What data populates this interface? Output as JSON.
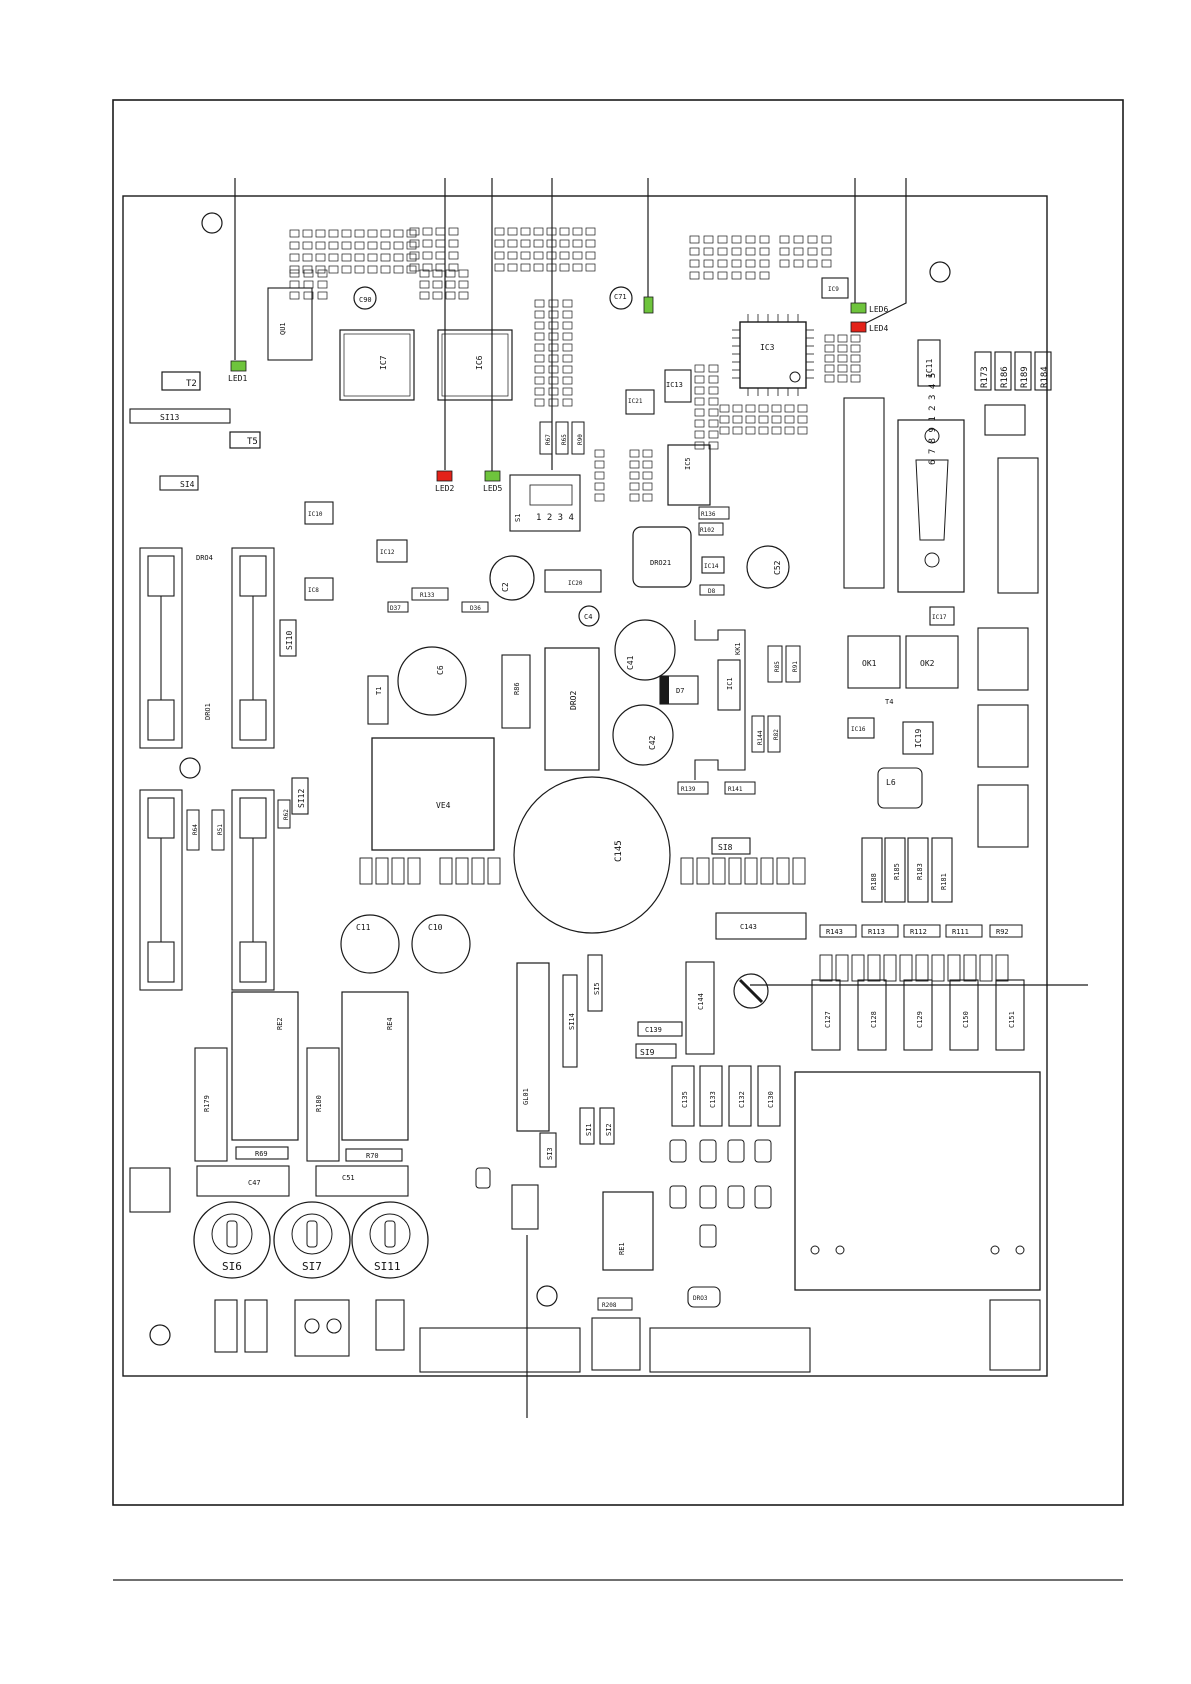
{
  "colors": {
    "led_green": "#6ec43c",
    "led_red": "#e32219",
    "line": "#1a1a1a"
  },
  "leds": [
    {
      "label": "LED1",
      "color": "green"
    },
    {
      "label": "LED2",
      "color": "red"
    },
    {
      "label": "LED5",
      "color": "green"
    },
    {
      "label": "LED6",
      "color": "green"
    },
    {
      "label": "LED4",
      "color": "red"
    }
  ],
  "labels": {
    "t2": "T2",
    "t5": "T5",
    "qu1": "QU1",
    "ic7": "IC7",
    "ic6": "IC6",
    "ic3": "IC3",
    "ic11": "IC11",
    "ic5": "IC5",
    "ic13": "IC13",
    "ic21": "IC21",
    "ic10": "IC10",
    "ic8": "IC8",
    "ic12": "IC12",
    "ic20": "IC20",
    "ic14": "IC14",
    "ic1": "IC1",
    "ic19": "IC19",
    "ic16": "IC16",
    "ic17": "IC17",
    "ic9": "IC9",
    "si13": "SI13",
    "si4": "SI4",
    "si10": "SI10",
    "si12": "SI12",
    "si8": "SI8",
    "si14": "SI14",
    "si9": "SI9",
    "si3": "SI3",
    "si1": "SI1",
    "si2": "SI2",
    "si5": "SI5",
    "si6": "SI6",
    "si7": "SI7",
    "si11": "SI11",
    "dro21": "DRO21",
    "dro2": "DRO2",
    "dro3": "DRO3",
    "dro4": "DRO4",
    "dro1": "DRO1",
    "c90": "C90",
    "c71": "C71",
    "c2": "C2",
    "c4": "C4",
    "c41": "C41",
    "c42": "C42",
    "c52": "C52",
    "c6": "C6",
    "c11": "C11",
    "c10": "C10",
    "c145": "C145",
    "c143": "C143",
    "c144": "C144",
    "c139": "C139",
    "c135": "C135",
    "c133": "C133",
    "c132": "C132",
    "c130": "C130",
    "c47": "C47",
    "c51": "C51",
    "c127": "C127",
    "c128": "C128",
    "c129": "C129",
    "c150": "C150",
    "c151": "C151",
    "ve4": "VE4",
    "re2": "RE2",
    "re4": "RE4",
    "re1": "RE1",
    "gl01": "GL01",
    "r179": "R179",
    "r180": "R180",
    "r69": "R69",
    "r70": "R70",
    "r86": "R86",
    "r133": "R133",
    "r136": "R136",
    "r102": "R102",
    "r139": "R139",
    "r141": "R141",
    "r143": "R143",
    "r113": "R113",
    "r112": "R112",
    "r111": "R111",
    "r92": "R92",
    "r173": "R173",
    "r186": "R186",
    "r189": "R189",
    "r184": "R184",
    "r188": "R188",
    "r185": "R185",
    "r183": "R183",
    "r181": "R181",
    "r208": "R208",
    "r85": "R85",
    "r91": "R91",
    "r144": "R144",
    "r82": "R82",
    "r64": "R64",
    "r51": "R51",
    "r62": "R62",
    "r67": "R67",
    "r65": "R65",
    "r90": "R90",
    "ok1": "OK1",
    "ok2": "OK2",
    "l6": "L6",
    "d7": "D7",
    "kk1": "KK1",
    "t1": "T1",
    "d37": "D37",
    "d36": "D36",
    "d8": "D8",
    "s1": "S1",
    "t4": "T4",
    "sub_d_pins": "6 7 8 9 1 2 3 4 5",
    "dip_pins": "1 2 3 4"
  }
}
